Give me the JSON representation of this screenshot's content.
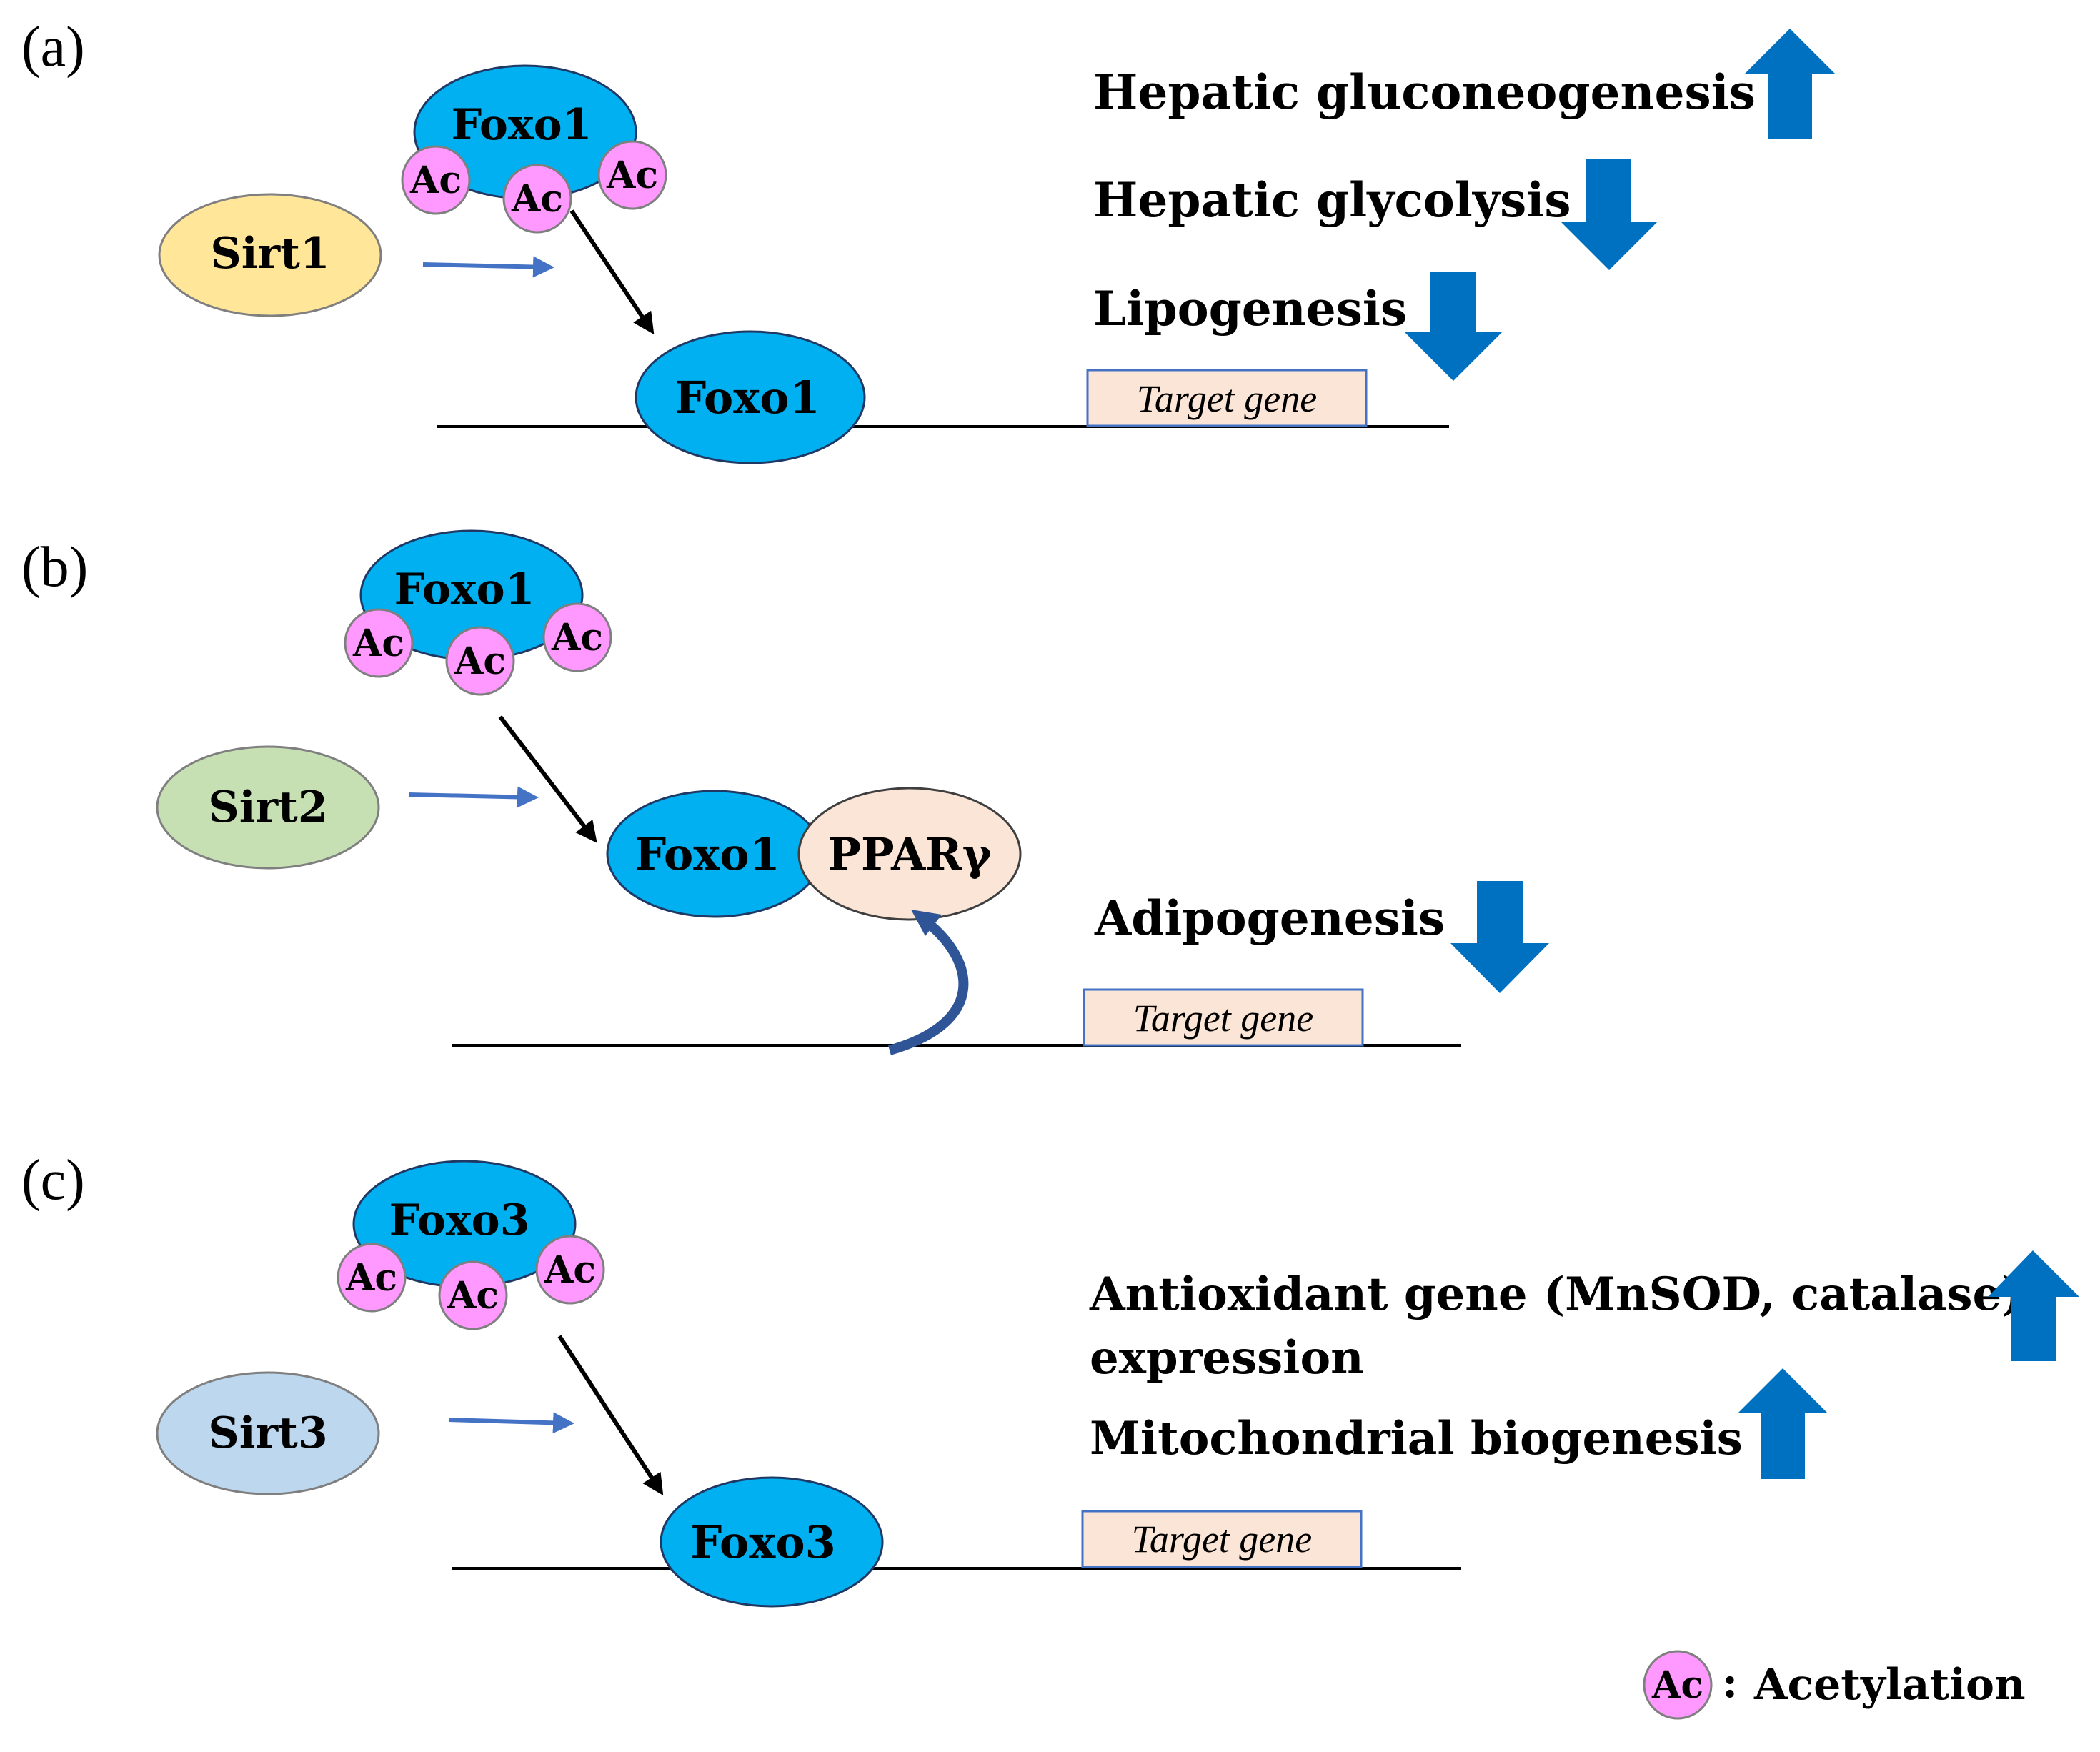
{
  "panels": [
    {
      "label": "(a)",
      "sirtuin": {
        "name": "Sirt1",
        "color": "#FFE699"
      },
      "complex_protein": "Foxo1",
      "acetyl_tags": [
        "Ac",
        "Ac",
        "Ac"
      ],
      "product": "Foxo1",
      "target": "Target gene",
      "effects": [
        {
          "text": "Hepatic gluconeogenesis",
          "direction": "up"
        },
        {
          "text": "Hepatic glycolysis",
          "direction": "down"
        },
        {
          "text": "Lipogenesis",
          "direction": "down"
        }
      ]
    },
    {
      "label": "(b)",
      "sirtuin": {
        "name": "Sirt2",
        "color": "#C6E0B4"
      },
      "complex_protein": "Foxo1",
      "acetyl_tags": [
        "Ac",
        "Ac",
        "Ac"
      ],
      "product": "Foxo1",
      "partner": "PPARγ",
      "target": "Target gene",
      "effects": [
        {
          "text": "Adipogenesis",
          "direction": "down"
        }
      ]
    },
    {
      "label": "(c)",
      "sirtuin": {
        "name": "Sirt3",
        "color": "#BDD7EE"
      },
      "complex_protein": "Foxo3",
      "acetyl_tags": [
        "Ac",
        "Ac",
        "Ac"
      ],
      "product": "Foxo3",
      "target": "Target gene",
      "effects": [
        {
          "text": "Antioxidant gene (MnSOD, catalase)",
          "text2": "expression",
          "direction": "up"
        },
        {
          "text": "Mitochondrial biogenesis",
          "direction": "up"
        }
      ]
    }
  ],
  "legend": {
    "tag": "Ac",
    "separator": ":",
    "text": "Acetylation"
  },
  "colors": {
    "foxo": "#00B0F0",
    "acetyl": "#FF99FF",
    "effect_arrow": "#0070C0",
    "sirt_arrow": "#4472C4",
    "target_box_fill": "#FBE5D6",
    "target_box_stroke": "#4472C4",
    "pparg_fill": "#FBE5D6",
    "curved_arrow": "#2F5597"
  }
}
